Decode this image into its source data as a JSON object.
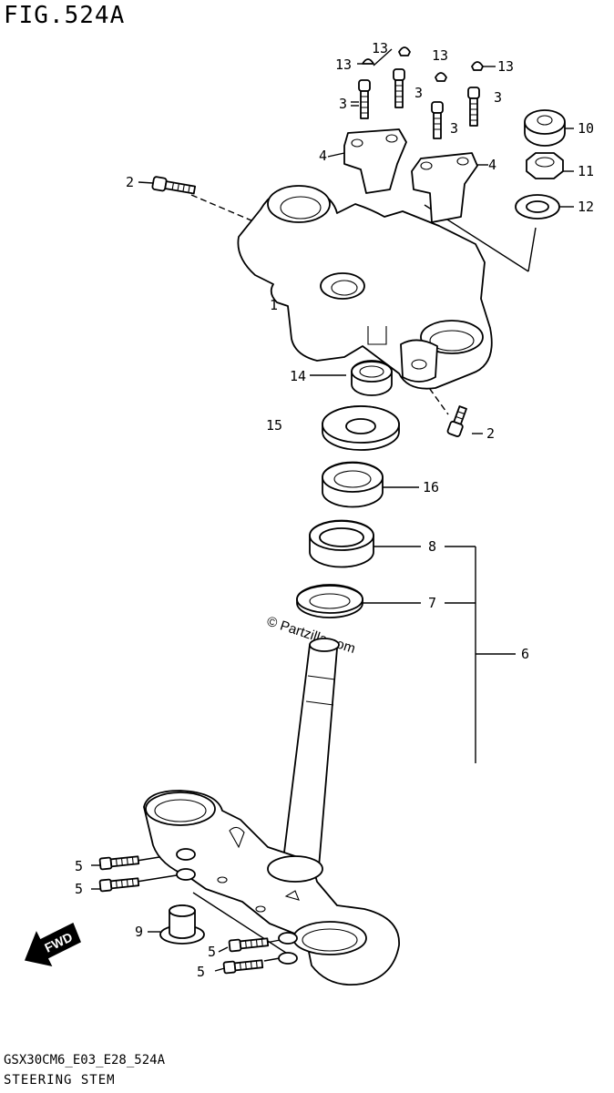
{
  "figure": {
    "title": "FIG.524A",
    "model_code": "GSX30CM6_E03_E28_524A",
    "name": "STEERING STEM",
    "watermark": "© Partzilla.com",
    "fwd_label": "FWD"
  },
  "callouts": [
    "1",
    "2",
    "3",
    "4",
    "5",
    "6",
    "7",
    "8",
    "9",
    "10",
    "11",
    "12",
    "13",
    "14",
    "15",
    "16"
  ]
}
